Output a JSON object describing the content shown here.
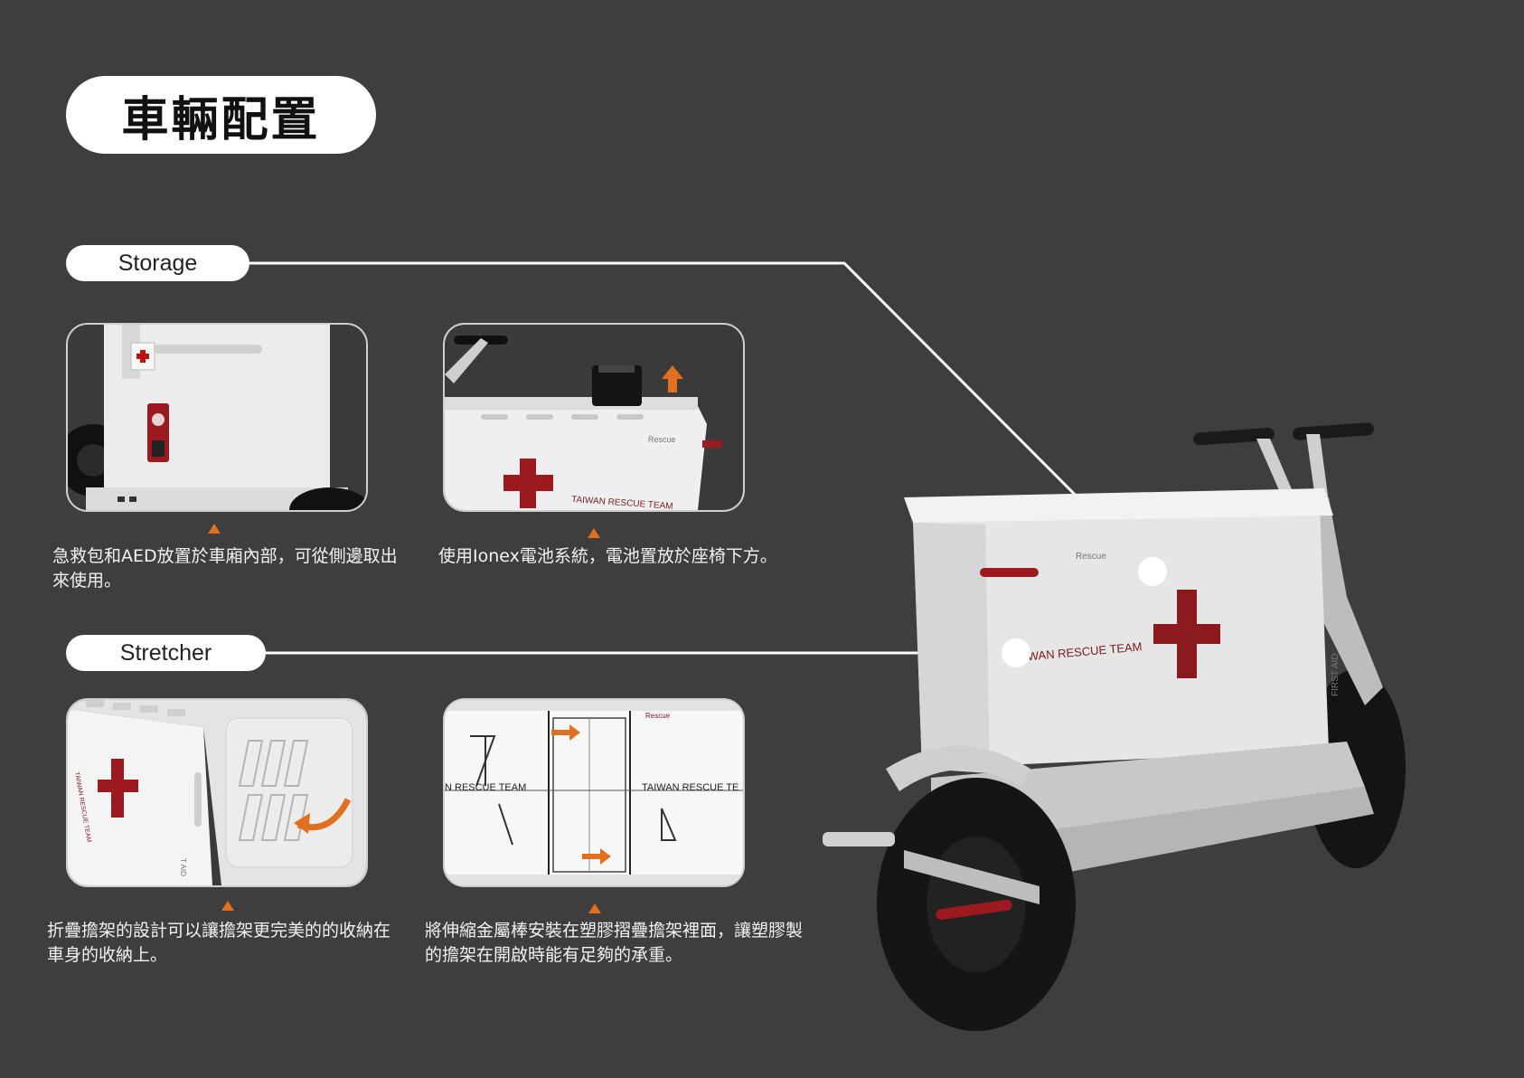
{
  "title": "車輛配置",
  "sections": {
    "storage": {
      "label": "Storage"
    },
    "stretcher": {
      "label": "Stretcher"
    }
  },
  "captions": {
    "aed": "急救包和AED放置於車廂內部，可從側邊取出來使用。",
    "battery": "使用Ionex電池系統，電池置放於座椅下方。",
    "fold": "折疊擔架的設計可以讓擔架更完美的的收納在車身的收納上。",
    "rods": "將伸縮金屬棒安裝在塑膠摺疊擔架裡面，讓塑膠製的擔架在開啟時能有足夠的承重。"
  },
  "vehicle_labels": {
    "team": "TAIWAN RESCUE TEAM",
    "rescue": "Rescue",
    "first_aid": "FIRST AID"
  },
  "thumb_labels": {
    "battery_team": "TAIWAN RESCUE TEAM",
    "battery_rescue": "Rescue",
    "rods_left": "N RESCUE TEAM",
    "rods_right": "TAIWAN RESCUE TE",
    "rods_rescue": "Rescue",
    "fold_team": "TAIWAN RESCUE TEAM",
    "fold_aid": "T AID"
  },
  "colors": {
    "background": "#3e3e3e",
    "accent_arrow": "#e0701f",
    "cross_red": "#8b1a1f",
    "body_white": "#e8e8e8"
  }
}
